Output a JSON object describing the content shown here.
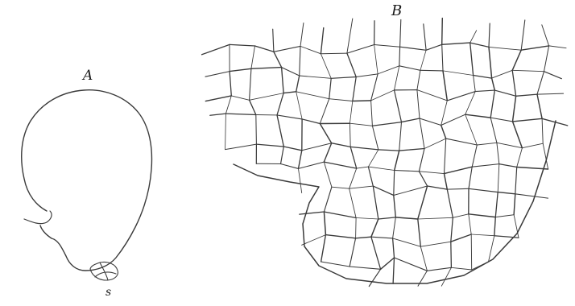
{
  "figure": {
    "labels": {
      "a": "A",
      "b": "B",
      "s": "s"
    },
    "line_color": "#3a3a3a",
    "background": "#ffffff"
  }
}
